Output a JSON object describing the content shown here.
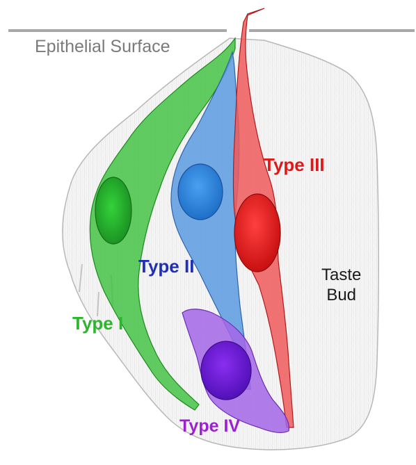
{
  "labels": {
    "epithelial_surface": "Epithelial Surface",
    "type_1": "Type I",
    "type_2": "Type II",
    "type_3": "Type III",
    "type_4": "Type IV",
    "taste_line1": "Taste",
    "taste_line2": "Bud"
  },
  "colors": {
    "type_1": "#2db52d",
    "type_2": "#1f2fb8",
    "type_3": "#e01818",
    "type_4": "#9b20d0",
    "surface_line": "#a8a8a8",
    "bud_outline": "#b8b8b8"
  }
}
